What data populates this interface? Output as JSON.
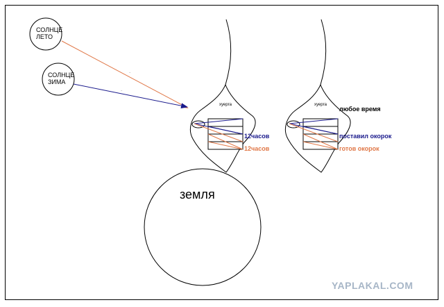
{
  "sun_summer": {
    "line1": "СОЛНЦЕ",
    "line2": "ЛЕТО"
  },
  "sun_winter": {
    "line1": "СОЛНЦЕ",
    "line2": "ЗИМА"
  },
  "device_label": "хуерга",
  "earth_label": "земля",
  "left_device": {
    "label_blue": "12часов",
    "label_orange": "12часов"
  },
  "right_device": {
    "label_top": "любое время",
    "label_blue": "поставил окорок",
    "label_orange": "готов окорок"
  },
  "watermark": "YAPLAKAL.COM",
  "colors": {
    "summer_ray": "#e07848",
    "winter_ray": "#1a1a8c",
    "label_blue": "#1a1a8c",
    "label_orange": "#e07848"
  }
}
